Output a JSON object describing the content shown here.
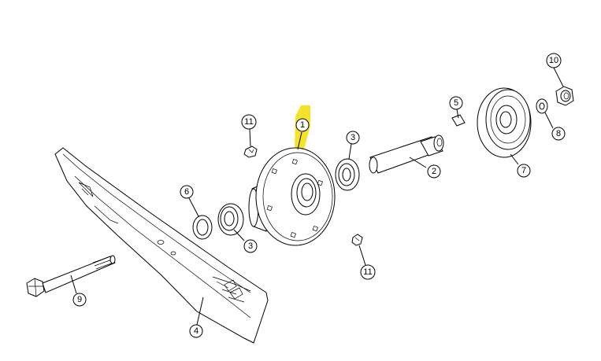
{
  "highlight_color": "#f5e22a",
  "callouts": {
    "c1": "1",
    "c2": "2",
    "c3a": "3",
    "c3b": "3",
    "c4": "4",
    "c5": "5",
    "c6": "6",
    "c7": "7",
    "c8": "8",
    "c9": "9",
    "c10": "10",
    "c11a": "11",
    "c11b": "11"
  }
}
